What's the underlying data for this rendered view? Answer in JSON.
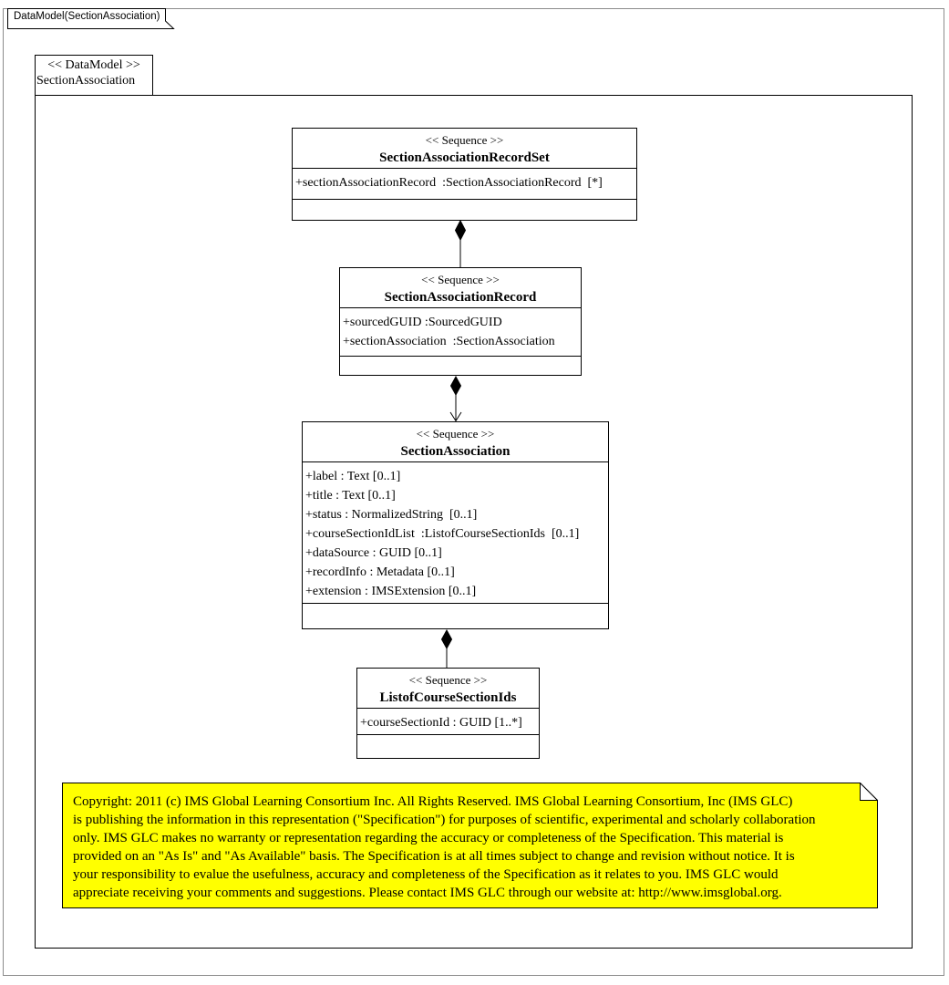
{
  "tab": {
    "title": "DataModel(SectionAssociation)"
  },
  "frame_label": {
    "stereotype": "<< DataModel >>",
    "name": "SectionAssociation"
  },
  "classes": [
    {
      "stereotype": "<< Sequence >>",
      "name": "SectionAssociationRecordSet",
      "attributes": [
        "+sectionAssociationRecord  :SectionAssociationRecord  [*]"
      ]
    },
    {
      "stereotype": "<< Sequence >>",
      "name": "SectionAssociationRecord",
      "attributes": [
        "+sourcedGUID :SourcedGUID",
        "+sectionAssociation  :SectionAssociation"
      ]
    },
    {
      "stereotype": "<< Sequence >>",
      "name": "SectionAssociation",
      "attributes": [
        "+label : Text [0..1]",
        "+title : Text [0..1]",
        "+status : NormalizedString  [0..1]",
        "+courseSectionIdList  :ListofCourseSectionIds  [0..1]",
        "+dataSource : GUID [0..1]",
        "+recordInfo : Metadata [0..1]",
        "+extension : IMSExtension [0..1]"
      ]
    },
    {
      "stereotype": "<< Sequence >>",
      "name": "ListofCourseSectionIds",
      "attributes": [
        "+courseSectionId : GUID [1..*]"
      ]
    }
  ],
  "relations": [
    {
      "from": "SectionAssociationRecordSet",
      "to": "SectionAssociationRecord",
      "type": "composition"
    },
    {
      "from": "SectionAssociationRecord",
      "to": "SectionAssociation",
      "type": "composition-arrow"
    },
    {
      "from": "SectionAssociation",
      "to": "ListofCourseSectionIds",
      "type": "composition"
    }
  ],
  "note": {
    "lines": [
      "Copyright: 2011 (c) IMS Global Learning Consortium Inc.  All Rights Reserved.  IMS Global Learning Consortium, Inc (IMS GLC)",
      "is publishing the information in this representation (\"Specification\") for purposes of scientific, experimental and scholarly collaboration",
      "only.  IMS GLC makes no warranty or representation regarding the accuracy or completeness of the Specification.  This material is",
      "provided on an \"As Is\" and \"As Available\" basis.  The Specification is at all times subject to change and revision without notice.  It is",
      "your responsibility to evalue the usefulness, accuracy and completeness of the Specification as it relates to you.  IMS GLC would",
      "appreciate receiving your comments and suggestions.  Please contact IMS GLC through our website at: http://www.imsglobal.org."
    ]
  },
  "colors": {
    "note_bg": "#ffff00",
    "line": "#000000",
    "outer_border": "#8c8c8c"
  }
}
